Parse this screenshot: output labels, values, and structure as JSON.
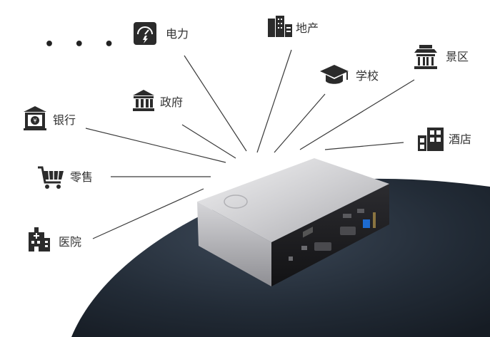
{
  "categories": {
    "more": "• • •",
    "power": "电力",
    "real_estate": "地产",
    "school": "学校",
    "scenic": "景区",
    "government": "政府",
    "bank": "银行",
    "hotel": "酒店",
    "retail": "零售",
    "hospital": "医院"
  },
  "icons": {
    "power": "power-meter-icon",
    "real_estate": "buildings-icon",
    "school": "graduation-cap-icon",
    "scenic": "pavilion-icon",
    "government": "government-building-icon",
    "bank": "bank-yen-icon",
    "hotel": "hotel-building-icon",
    "retail": "shopping-cart-icon",
    "hospital": "hospital-icon"
  },
  "colors": {
    "icon": "#2b2b2b",
    "line": "#3a3a3a",
    "table": "#1f2834",
    "device_top": "#c9c9cc",
    "device_side": "#9a9a9e"
  }
}
